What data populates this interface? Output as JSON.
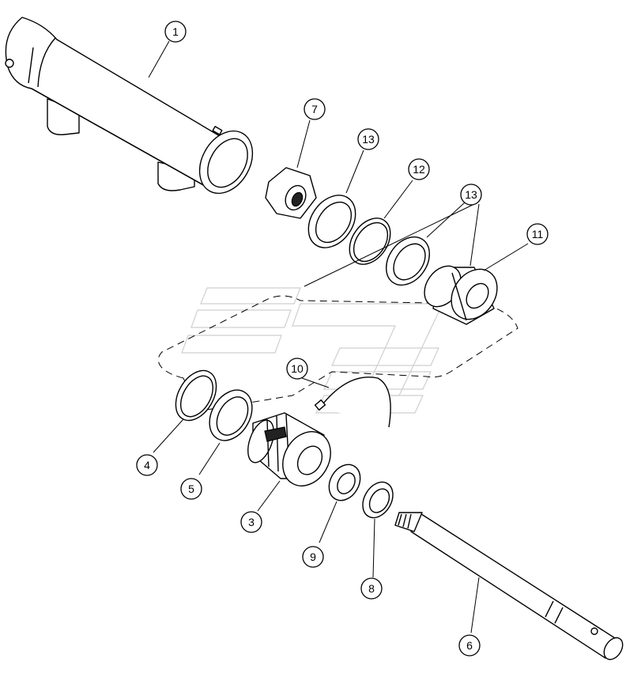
{
  "diagram": {
    "type": "exploded-parts-view",
    "callouts": [
      {
        "id": "c1",
        "label": "1"
      },
      {
        "id": "c3",
        "label": "3"
      },
      {
        "id": "c4",
        "label": "4"
      },
      {
        "id": "c5",
        "label": "5"
      },
      {
        "id": "c6",
        "label": "6"
      },
      {
        "id": "c7",
        "label": "7"
      },
      {
        "id": "c8",
        "label": "8"
      },
      {
        "id": "c9",
        "label": "9"
      },
      {
        "id": "c10",
        "label": "10"
      },
      {
        "id": "c11",
        "label": "11"
      },
      {
        "id": "c12",
        "label": "12"
      },
      {
        "id": "c13a",
        "label": "13"
      },
      {
        "id": "c13b",
        "label": "13"
      }
    ]
  }
}
